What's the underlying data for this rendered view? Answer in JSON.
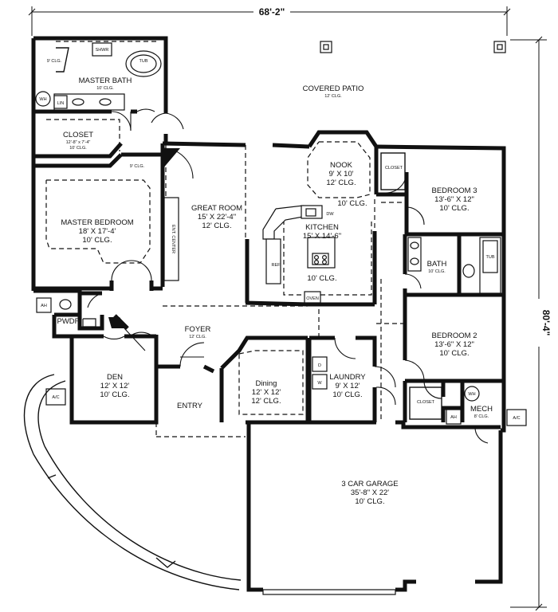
{
  "dimensions": {
    "width": "68'-2\"",
    "depth": "80'-4\""
  },
  "rooms": {
    "master_bath": {
      "name": "MASTER BATH",
      "ceiling": "10' CLG."
    },
    "covered_patio": {
      "name": "COVERED PATIO",
      "ceiling": "12' CLG."
    },
    "closet_master": {
      "name": "CLOSET",
      "size": "12'-8\" x 7'-4\"",
      "ceiling": "10' CLG."
    },
    "nook": {
      "name": "NOOK",
      "size": "9' X 10'",
      "ceiling": "12' CLG."
    },
    "bedroom3": {
      "name": "BEDROOM 3",
      "size": "13'-6\" X 12\"",
      "ceiling": "10' CLG."
    },
    "master_bedroom": {
      "name": "MASTER BEDROOM",
      "size": "18' X 17'-4'",
      "ceiling": "10' CLG."
    },
    "great_room": {
      "name": "GREAT ROOM",
      "size": "15' X 22'-4\"",
      "ceiling": "12' CLG."
    },
    "kitchen": {
      "name": "KITCHEN",
      "size": "15' X 14'-6\"",
      "ceiling": "10' CLG.",
      "ceiling_nook_side": "10' CLG."
    },
    "bath": {
      "name": "BATH",
      "ceiling": "10' CLG."
    },
    "hall_ceiling": "9' CLG.",
    "pwdr": {
      "name": "PWDR"
    },
    "foyer": {
      "name": "FOYER",
      "ceiling": "12' CLG."
    },
    "bedroom2": {
      "name": "BEDROOM 2",
      "size": "13'-6\" X 12\"",
      "ceiling": "10' CLG."
    },
    "den": {
      "name": "DEN",
      "size": "12' X 12'",
      "ceiling": "10' CLG."
    },
    "dining": {
      "name": "Dining",
      "size": "12' X 12'",
      "ceiling": "12' CLG."
    },
    "laundry": {
      "name": "LAUNDRY",
      "size": "9' X 12'",
      "ceiling": "10' CLG."
    },
    "mech": {
      "name": "MECH",
      "ceiling": "8' CLG."
    },
    "entry": {
      "name": "ENTRY"
    },
    "garage": {
      "name": "3 CAR GARAGE",
      "size": "35'-8\" X 22'",
      "ceiling": "10' CLG."
    }
  },
  "fixtures": {
    "master_closet_small": "9' CLG.",
    "shower": "SHWR",
    "tub": "TUB",
    "water_heater": "WH",
    "linen": "LIN",
    "ent_center": "ENT. CENTER",
    "dishwasher": "DW",
    "refrigerator": "REF",
    "oven": "OVEN",
    "closet": "CLOSET",
    "air_handler": "AH",
    "dryer": "D",
    "washer": "W",
    "ac": "A/C"
  }
}
